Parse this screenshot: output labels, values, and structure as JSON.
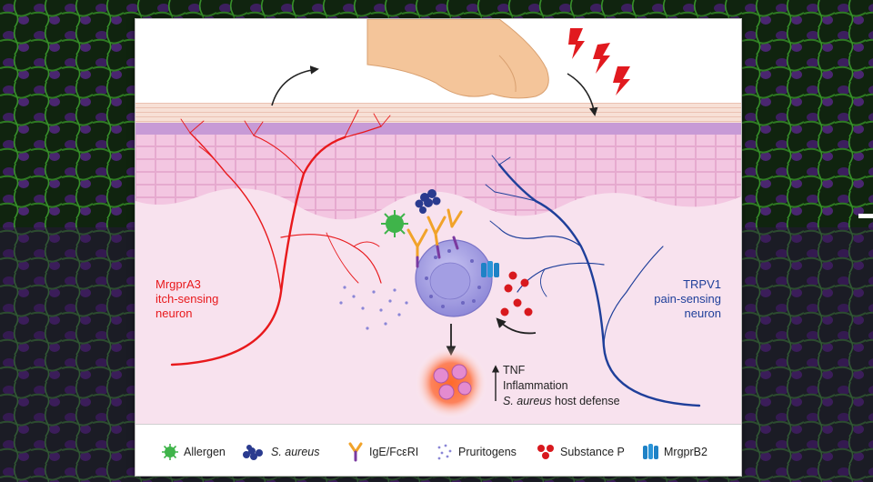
{
  "neurons": {
    "itch": {
      "name": "MrgprA3",
      "line2": "itch-sensing",
      "line3": "neuron",
      "color": "#e8191c"
    },
    "pain": {
      "name": "TRPV1",
      "line2": "pain-sensing",
      "line3": "neuron",
      "color": "#1f3f9a"
    }
  },
  "effects": {
    "line1": "TNF",
    "line2": "Inflammation",
    "line3_italic": "S. aureus",
    "line3_rest": " host defense"
  },
  "legend": {
    "allergen": "Allergen",
    "saureus": "S. aureus",
    "ige": "IgE/FcεRI",
    "pruritogens": "Pruritogens",
    "substance_p": "Substance P",
    "mrgprb2": "MrgprB2"
  },
  "colors": {
    "skin": "#f6d9ea",
    "epidermis": "#f2c4e0",
    "mast_cell": "#b8b4ea",
    "allergen": "#3fb44a",
    "saureus": "#2a3b8f",
    "substance_p": "#d8191e",
    "ige": "#f1a32a",
    "mrgprb2": "#1f82c6"
  },
  "icons": [
    "allergen-icon",
    "s-aureus-icon",
    "ige-icon",
    "pruritogen-icon",
    "substance-p-icon",
    "mrgprb2-icon",
    "hand-icon",
    "lightning-icon"
  ]
}
